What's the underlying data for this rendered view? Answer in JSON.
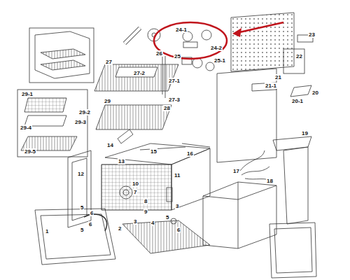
{
  "diagram": {
    "labels": [
      "23",
      "24-1",
      "24-2",
      "26",
      "25",
      "25-1",
      "27",
      "27-2",
      "27-1",
      "27-3",
      "22",
      "21",
      "21-1",
      "20",
      "20-1",
      "29-1",
      "29",
      "29-2",
      "29-3",
      "29-4",
      "29-5",
      "28",
      "14",
      "15",
      "16",
      "19",
      "13",
      "12",
      "10",
      "11",
      "17",
      "18",
      "7",
      "8",
      "9",
      "5",
      "6",
      "6",
      "5",
      "3",
      "2",
      "1",
      "4",
      "3",
      "5",
      "6"
    ]
  }
}
